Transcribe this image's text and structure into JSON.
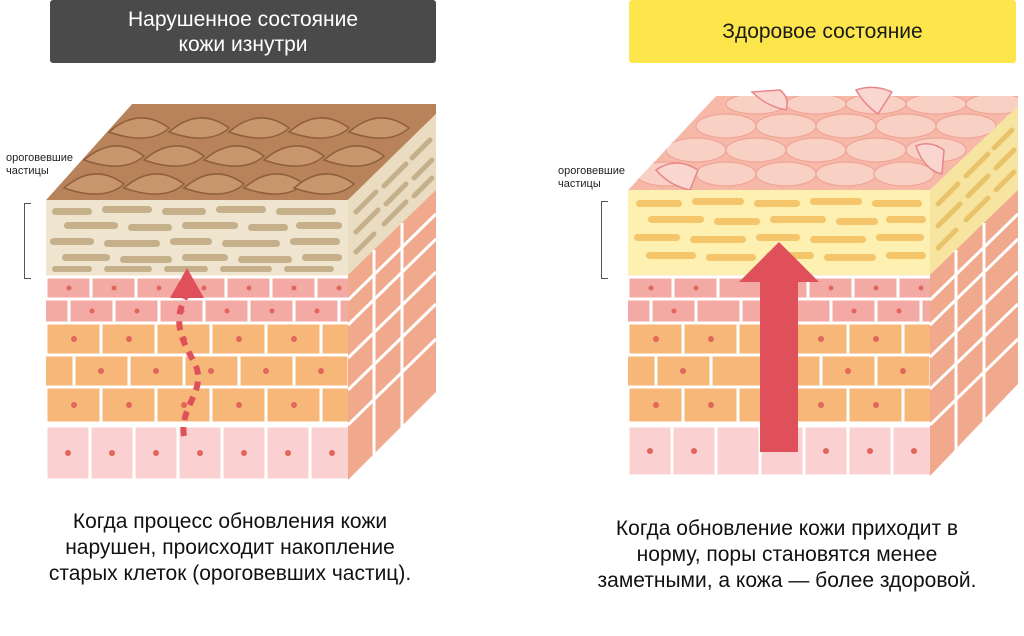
{
  "left": {
    "title_line1": "Нарушенное состояние",
    "title_line2": "кожи изнутри",
    "layer_label_line1": "ороговевшие",
    "layer_label_line2": "частицы",
    "caption_line1": "Когда процесс обновления кожи",
    "caption_line2": "нарушен, происходит накопление",
    "caption_line3": "старых клеток (ороговевших частиц)."
  },
  "right": {
    "title": "Здоровое состояние",
    "layer_label_line1": "ороговевшие",
    "layer_label_line2": "частицы",
    "caption_line1": "Когда обновление кожи приходит в",
    "caption_line2": "норму, поры становятся менее",
    "caption_line3": "заметными, а кожа — более здоровой."
  },
  "colors": {
    "left_title_bg": "#4a4a4a",
    "right_title_bg": "#fde64b",
    "arrow": "#e0505a",
    "surface_damaged": "#b8825a",
    "surface_healthy": "#f7c7bd",
    "horny_layer_damaged": "#efe5cf",
    "horny_layer_healthy": "#fdf0b0",
    "cell_orange": "#f6b778",
    "cell_pink": "#f3a9a4",
    "cell_light": "#fbd0d0"
  }
}
